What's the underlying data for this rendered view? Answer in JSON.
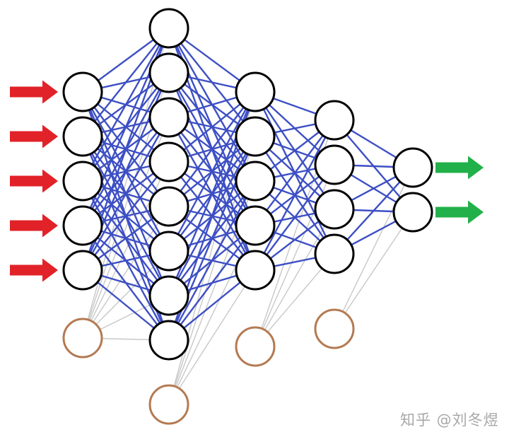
{
  "diagram": {
    "type": "neural-network",
    "layers": [
      {
        "neurons": 5,
        "bias": true
      },
      {
        "neurons": 8,
        "bias": true
      },
      {
        "neurons": 5,
        "bias": true
      },
      {
        "neurons": 4,
        "bias": true
      },
      {
        "neurons": 2,
        "bias": false
      }
    ],
    "input_arrows": 5,
    "output_arrows": 2,
    "colors": {
      "weight_edge": "#3d4fc4",
      "bias_edge": "#c8c8c8",
      "neuron_stroke": "#000000",
      "neuron_fill": "#ffffff",
      "bias_stroke": "#b47a52",
      "input_arrow": "#e12228",
      "output_arrow": "#22b04a"
    }
  },
  "watermark": "知乎 @刘冬煜"
}
